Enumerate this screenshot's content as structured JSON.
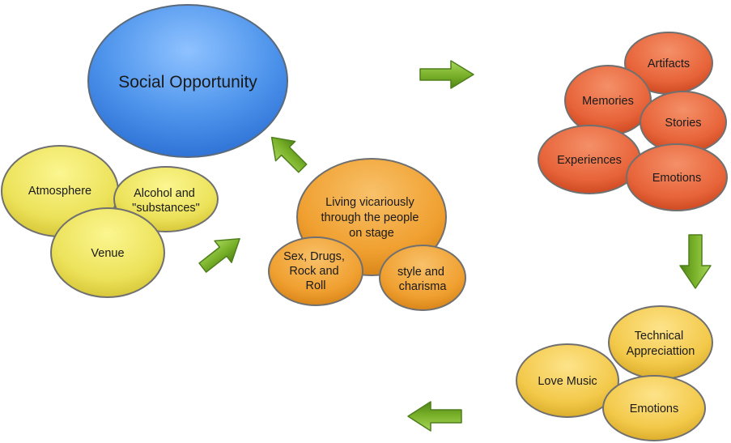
{
  "social": {
    "label": "Social Opportunity"
  },
  "yellow_group": {
    "atmosphere": "Atmosphere",
    "alcohol": [
      "Alcohol and",
      "\"substances\""
    ],
    "venue": "Venue"
  },
  "orange_group": {
    "living": [
      "Living vicariously",
      "through the people",
      "on stage"
    ],
    "sex": [
      "Sex, Drugs,",
      "Rock and",
      "Roll"
    ],
    "style": [
      "style and",
      "charisma"
    ]
  },
  "red_group": {
    "artifacts": "Artifacts",
    "memories": "Memories",
    "stories": "Stories",
    "experiences": "Experiences",
    "emotions": "Emotions"
  },
  "gold_group": {
    "technical": [
      "Technical",
      "Appreciattion"
    ],
    "love": "Love Music",
    "emotions": "Emotions"
  },
  "colors": {
    "blue": "#4a8fe8",
    "yellow": "#ebe356",
    "orange": "#f0a12e",
    "red": "#e8643a",
    "gold": "#f3c94a",
    "arrow": "#78b028"
  }
}
